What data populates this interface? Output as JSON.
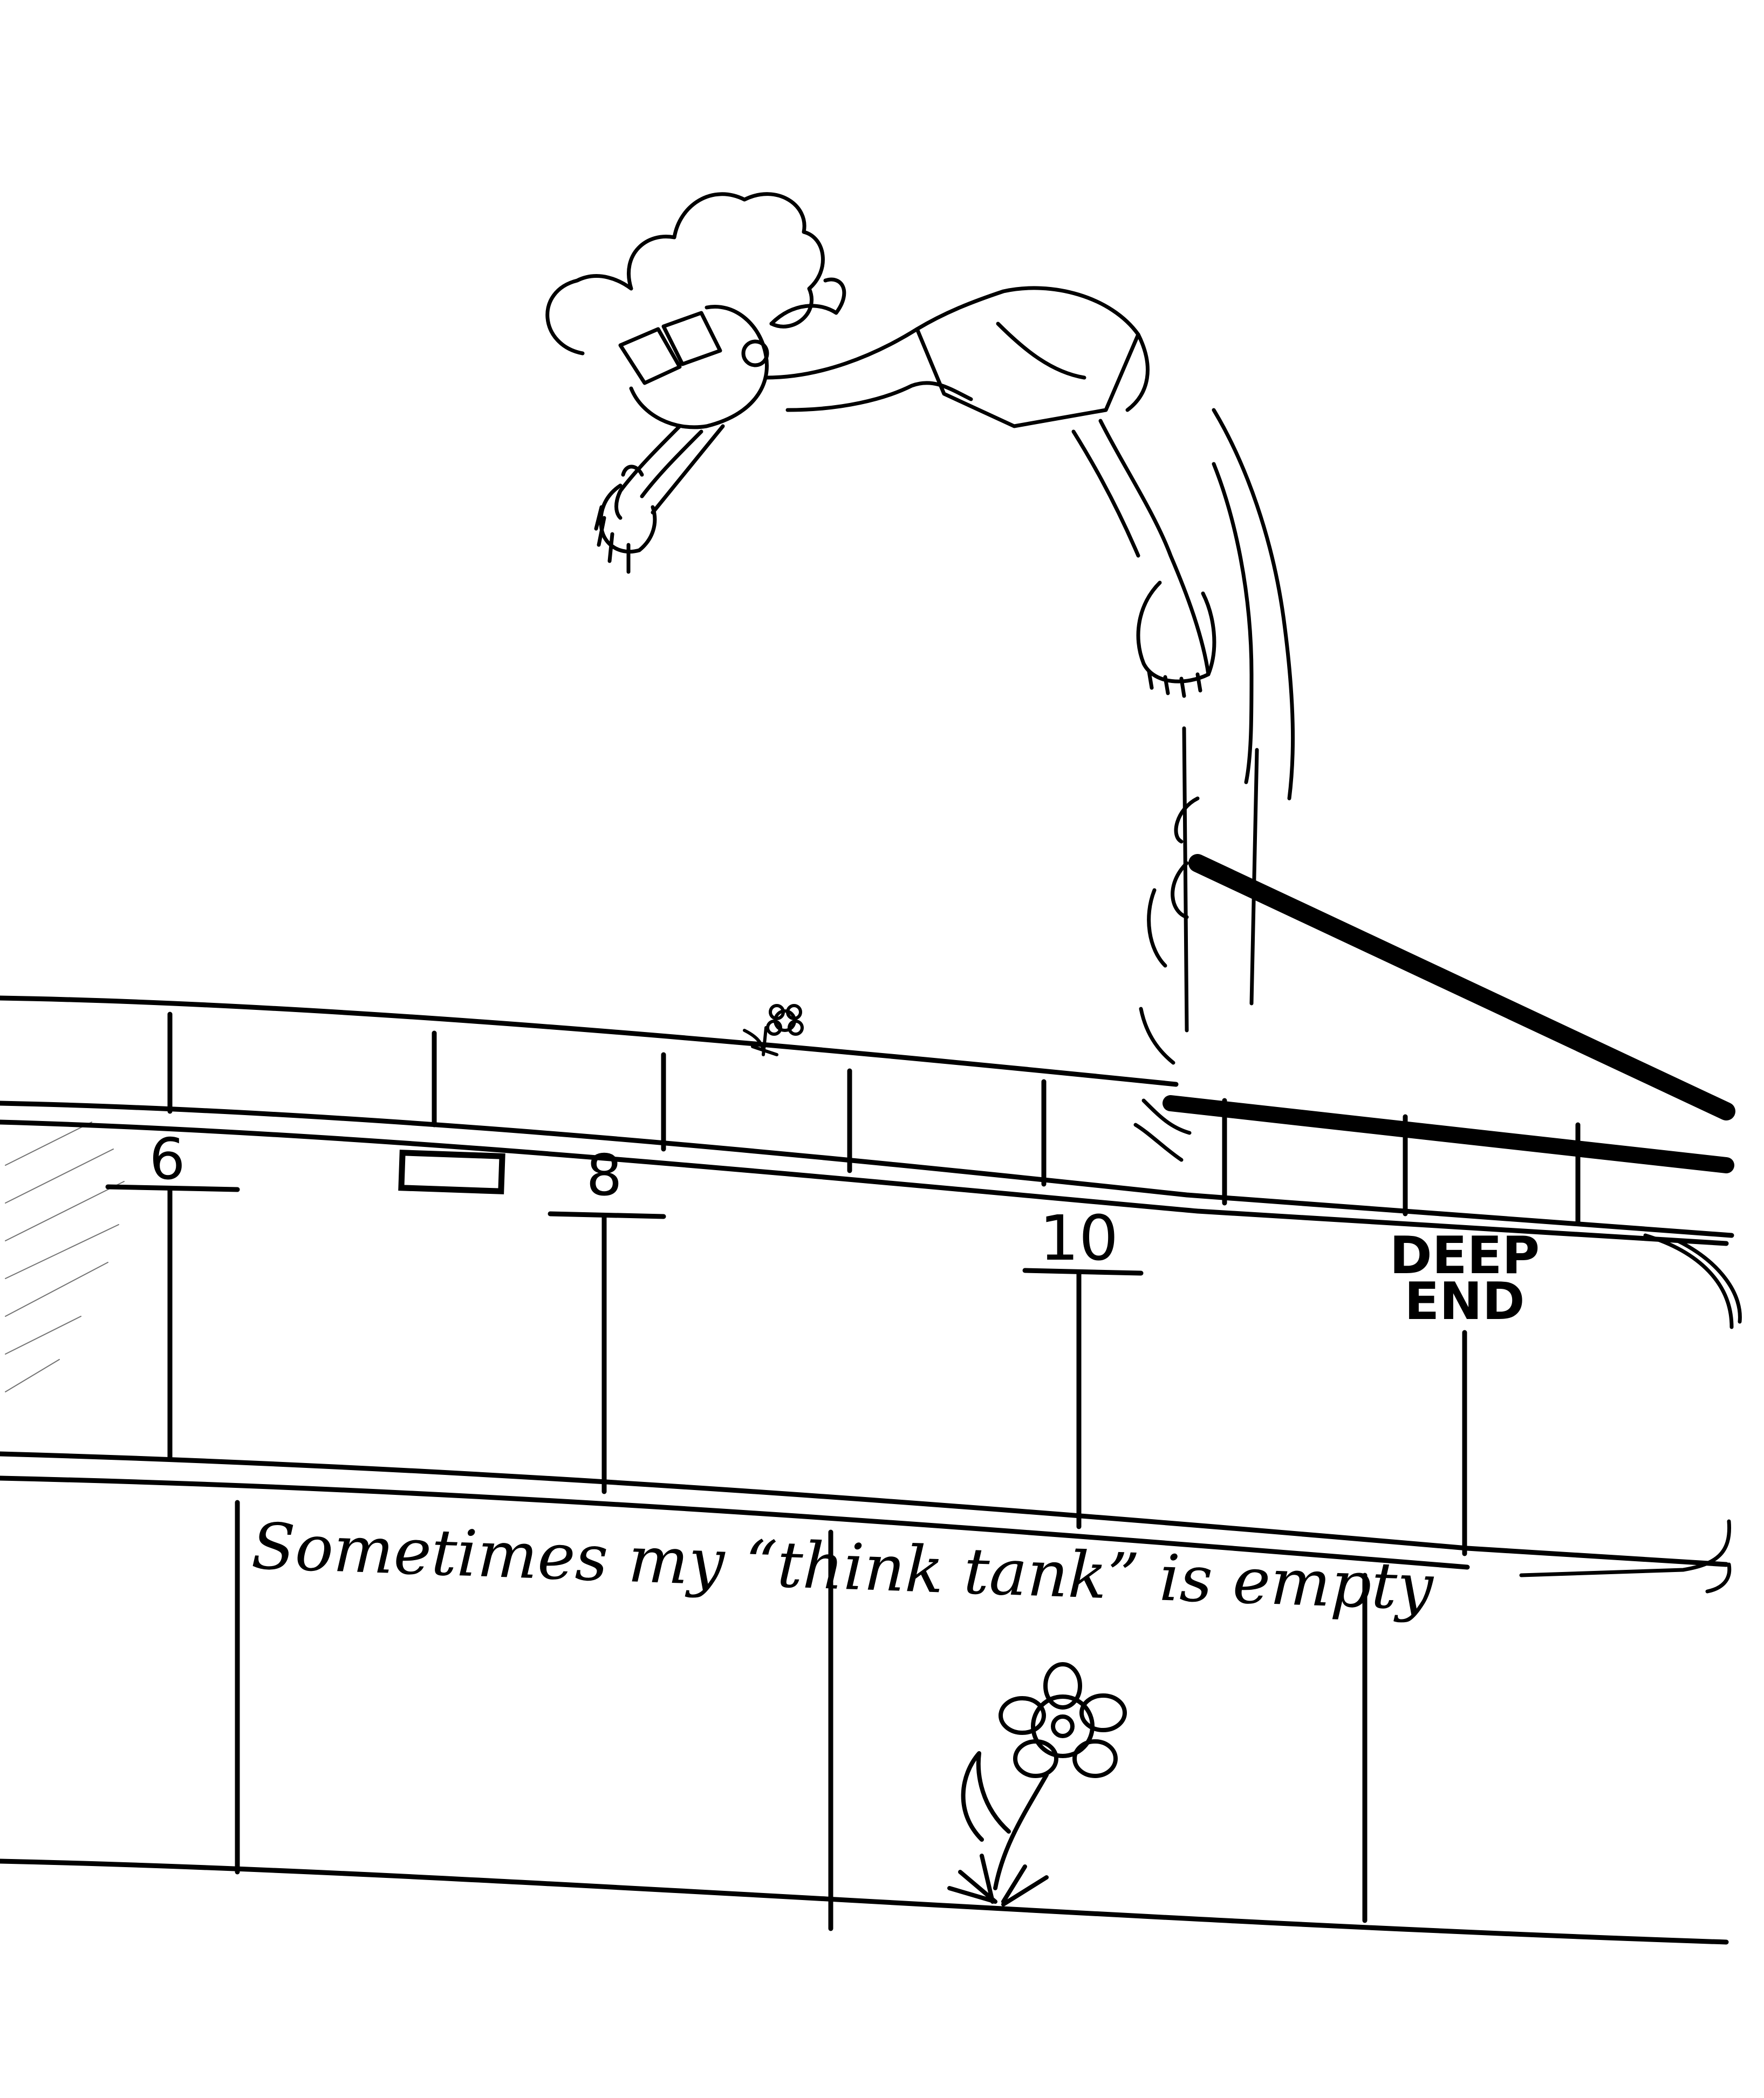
{
  "pool": {
    "depth_markers": [
      {
        "label": "6"
      },
      {
        "label": "8"
      },
      {
        "label": "10"
      }
    ],
    "deep_end": {
      "line1": "DEEP",
      "line2": "END"
    }
  },
  "caption": "Sometimes my “think tank” is empty"
}
